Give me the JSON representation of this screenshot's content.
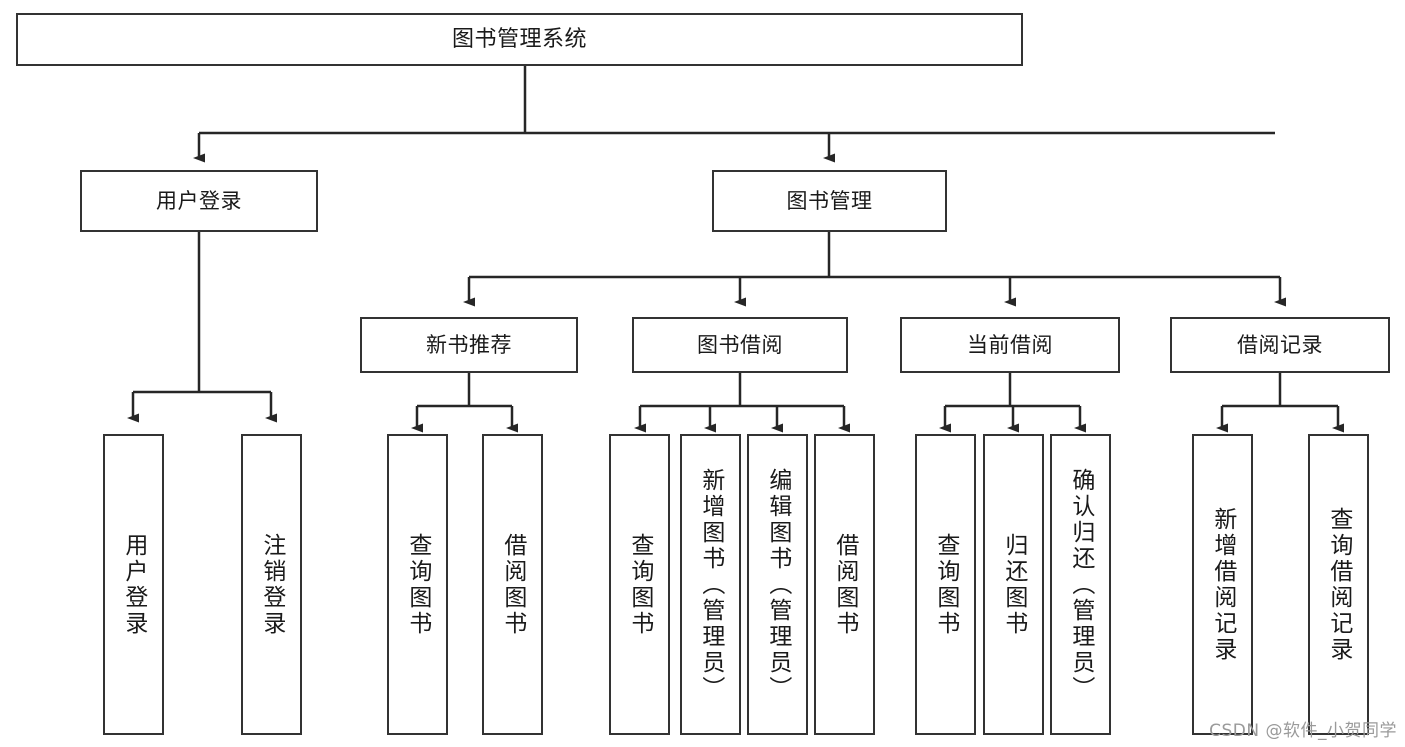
{
  "diagram": {
    "title": "图书管理系统",
    "type": "tree",
    "watermark": "CSDN @软件_小贺同学",
    "colors": {
      "box_border": "#333333",
      "box_fill": "#ffffff",
      "connector": "#262626",
      "text": "#1a1a1a",
      "watermark": "#9a9a9a"
    },
    "root": {
      "label": "图书管理系统"
    },
    "level2": [
      {
        "label": "用户登录"
      },
      {
        "label": "图书管理"
      }
    ],
    "level3": [
      {
        "label": "新书推荐"
      },
      {
        "label": "图书借阅"
      },
      {
        "label": "当前借阅"
      },
      {
        "label": "借阅记录"
      }
    ],
    "leaves": {
      "user_login": [
        {
          "label": "用户登录"
        },
        {
          "label": "注销登录"
        }
      ],
      "new_book_recommend": [
        {
          "label": "查询图书"
        },
        {
          "label": "借阅图书"
        }
      ],
      "book_borrow": [
        {
          "label": "查询图书"
        },
        {
          "label": "新增图书（管理员）"
        },
        {
          "label": "编辑图书（管理员）"
        },
        {
          "label": "借阅图书"
        }
      ],
      "current_borrow": [
        {
          "label": "查询图书"
        },
        {
          "label": "归还图书"
        },
        {
          "label": "确认归还（管理员）"
        }
      ],
      "borrow_record": [
        {
          "label": "新增借阅记录"
        },
        {
          "label": "查询借阅记录"
        }
      ]
    }
  }
}
